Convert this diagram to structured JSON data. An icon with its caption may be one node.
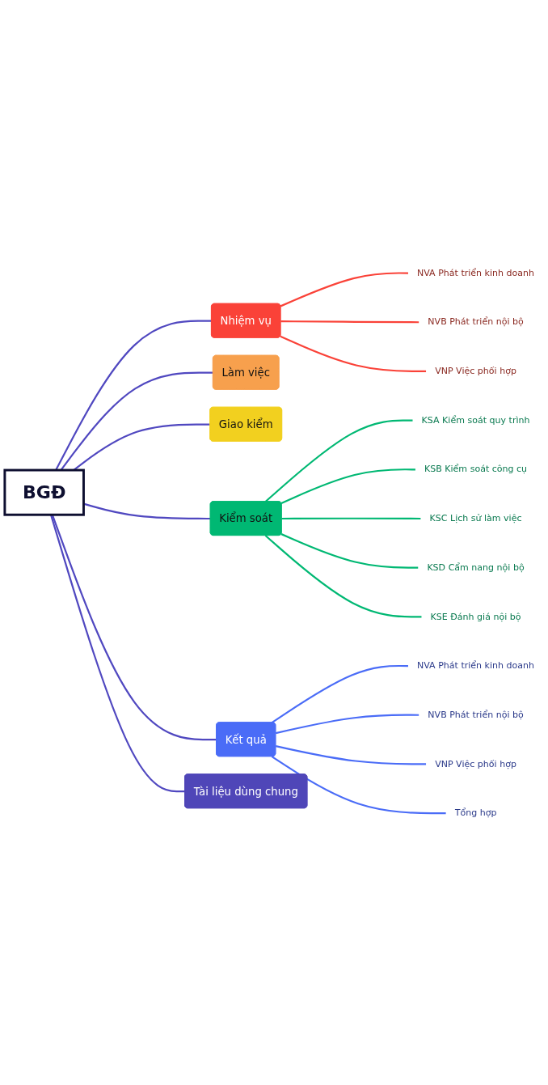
{
  "diagram": {
    "nodes": [
      {
        "text": [
          "BGĐ"
        ]
      },
      {
        "text": [
          "Nhiệm vụ"
        ]
      },
      {
        "text": [
          "NVA Phát triển kinh doanh"
        ]
      },
      {
        "text": [
          "NVB Phát triển nội bộ"
        ]
      },
      {
        "text": [
          "VNP Việc phối hợp"
        ]
      },
      {
        "text": [
          "Làm việc"
        ]
      },
      {
        "text": [
          "Giao kiểm"
        ]
      },
      {
        "text": [
          "Kiểm soát"
        ]
      },
      {
        "text": [
          "KSA Kiểm soát quy trình"
        ]
      },
      {
        "text": [
          "KSB Kiểm soát công cụ"
        ]
      },
      {
        "text": [
          "KSC Lịch sử làm việc"
        ]
      },
      {
        "text": [
          "KSD Cẩm nang nội bộ"
        ]
      },
      {
        "text": [
          "KSE Đánh giá nội bộ"
        ]
      },
      {
        "text": [
          "Kết quả"
        ]
      },
      {
        "text": [
          "NVA Phát triển kinh doanh"
        ]
      },
      {
        "text": [
          "NVB Phát triển nội bộ"
        ]
      },
      {
        "text": [
          "VNP Việc phối hợp"
        ]
      },
      {
        "text": [
          "Tổng hợp"
        ]
      },
      {
        "text": [
          "Tài liệu dùng chung"
        ]
      }
    ],
    "edges": [
      {
        "from": 0,
        "to": 1,
        "arrow": "none",
        "color": "#5048c0"
      },
      {
        "from": 1,
        "to": 2,
        "arrow": "none",
        "color": "#fa4238"
      },
      {
        "from": 1,
        "to": 3,
        "arrow": "none",
        "color": "#fa4238"
      },
      {
        "from": 1,
        "to": 4,
        "arrow": "none",
        "color": "#fa4238"
      },
      {
        "from": 0,
        "to": 5,
        "arrow": "none",
        "color": "#5048c0"
      },
      {
        "from": 0,
        "to": 6,
        "arrow": "none",
        "color": "#5048c0"
      },
      {
        "from": 0,
        "to": 7,
        "arrow": "none",
        "color": "#5048c0"
      },
      {
        "from": 7,
        "to": 8,
        "arrow": "none",
        "color": "#00b873"
      },
      {
        "from": 7,
        "to": 9,
        "arrow": "none",
        "color": "#00b873"
      },
      {
        "from": 7,
        "to": 10,
        "arrow": "none",
        "color": "#00b873"
      },
      {
        "from": 7,
        "to": 11,
        "arrow": "none",
        "color": "#00b873"
      },
      {
        "from": 7,
        "to": 12,
        "arrow": "none",
        "color": "#00b873"
      },
      {
        "from": 0,
        "to": 13,
        "arrow": "none",
        "color": "#5048c0"
      },
      {
        "from": 13,
        "to": 14,
        "arrow": "none",
        "color": "#4a6cf7"
      },
      {
        "from": 13,
        "to": 15,
        "arrow": "none",
        "color": "#4a6cf7"
      },
      {
        "from": 13,
        "to": 16,
        "arrow": "none",
        "color": "#4a6cf7"
      },
      {
        "from": 13,
        "to": 17,
        "arrow": "none",
        "color": "#4a6cf7"
      },
      {
        "from": 0,
        "to": 18,
        "arrow": "none",
        "color": "#5048c0"
      }
    ]
  }
}
